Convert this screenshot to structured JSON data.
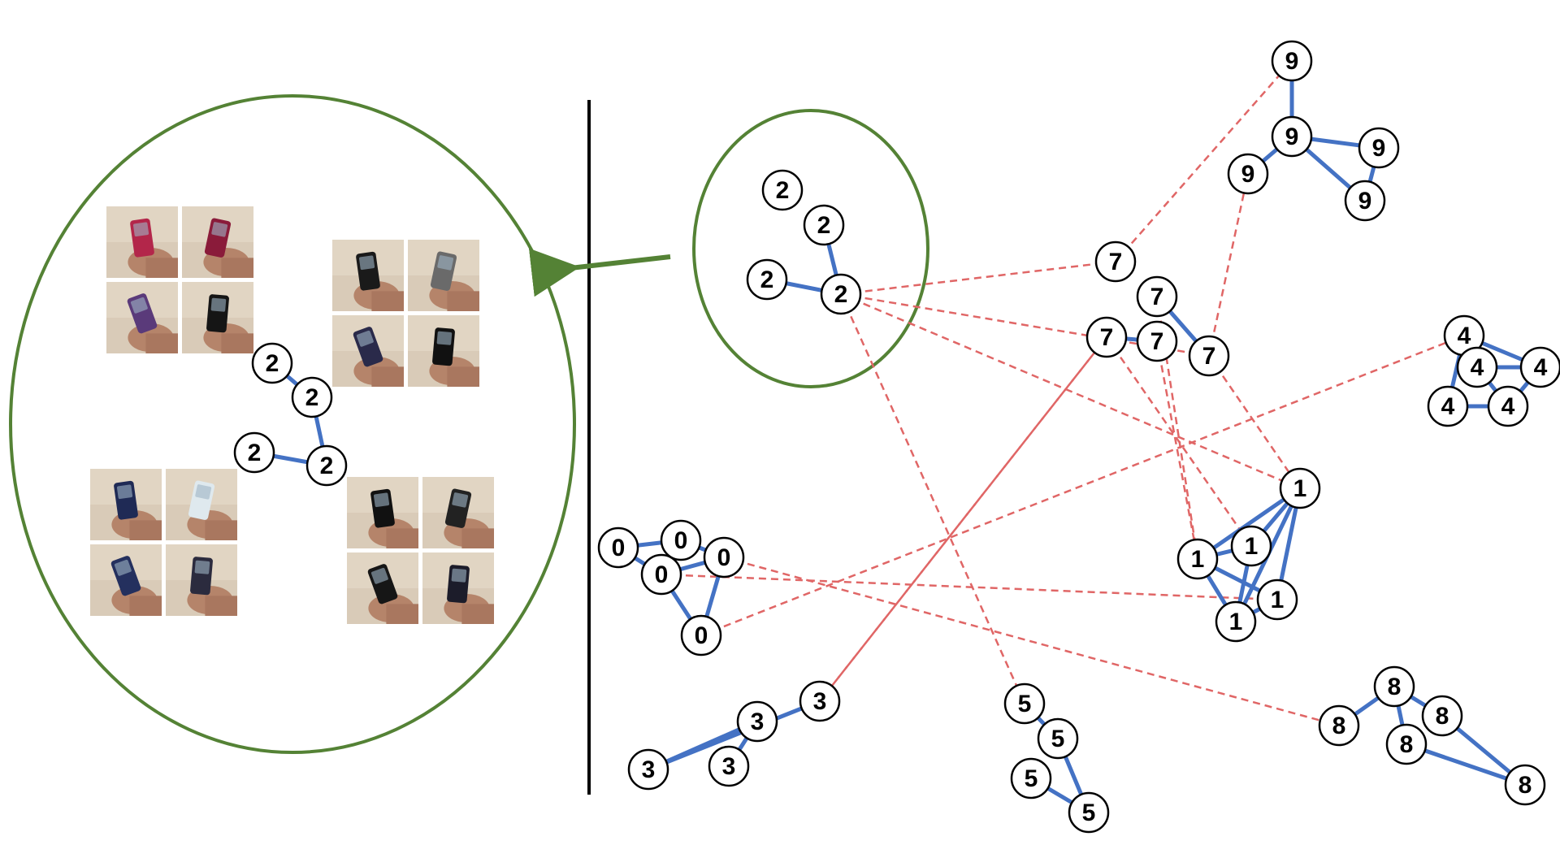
{
  "colors": {
    "solid_edge": "#4472c4",
    "dashed_edge": "#e06666",
    "node_stroke": "#000000",
    "node_fill": "#ffffff",
    "highlight": "#548235",
    "divider": "#000000"
  },
  "right_panel": {
    "nodes": [
      {
        "id": "n9a",
        "label": "9"
      },
      {
        "id": "n9b",
        "label": "9"
      },
      {
        "id": "n9c",
        "label": "9"
      },
      {
        "id": "n9d",
        "label": "9"
      },
      {
        "id": "n9e",
        "label": "9"
      },
      {
        "id": "n2a",
        "label": "2"
      },
      {
        "id": "n2b",
        "label": "2"
      },
      {
        "id": "n2c",
        "label": "2"
      },
      {
        "id": "n2d",
        "label": "2"
      },
      {
        "id": "n7a",
        "label": "7"
      },
      {
        "id": "n7b",
        "label": "7"
      },
      {
        "id": "n7c",
        "label": "7"
      },
      {
        "id": "n7d",
        "label": "7"
      },
      {
        "id": "n7e",
        "label": "7"
      },
      {
        "id": "n4a",
        "label": "4"
      },
      {
        "id": "n4b",
        "label": "4"
      },
      {
        "id": "n4c",
        "label": "4"
      },
      {
        "id": "n4d",
        "label": "4"
      },
      {
        "id": "n4e",
        "label": "4"
      },
      {
        "id": "n1a",
        "label": "1"
      },
      {
        "id": "n1b",
        "label": "1"
      },
      {
        "id": "n1c",
        "label": "1"
      },
      {
        "id": "n1d",
        "label": "1"
      },
      {
        "id": "n1e",
        "label": "1"
      },
      {
        "id": "n0a",
        "label": "0"
      },
      {
        "id": "n0b",
        "label": "0"
      },
      {
        "id": "n0c",
        "label": "0"
      },
      {
        "id": "n0d",
        "label": "0"
      },
      {
        "id": "n0e",
        "label": "0"
      },
      {
        "id": "n3a",
        "label": "3"
      },
      {
        "id": "n3b",
        "label": "3"
      },
      {
        "id": "n3c",
        "label": "3"
      },
      {
        "id": "n3d",
        "label": "3"
      },
      {
        "id": "n5a",
        "label": "5"
      },
      {
        "id": "n5b",
        "label": "5"
      },
      {
        "id": "n5c",
        "label": "5"
      },
      {
        "id": "n5d",
        "label": "5"
      },
      {
        "id": "n8a",
        "label": "8"
      },
      {
        "id": "n8b",
        "label": "8"
      },
      {
        "id": "n8c",
        "label": "8"
      },
      {
        "id": "n8d",
        "label": "8"
      },
      {
        "id": "n8e",
        "label": "8"
      }
    ],
    "solid_edges": [
      [
        "n9a",
        "n9b"
      ],
      [
        "n9b",
        "n9c"
      ],
      [
        "n9b",
        "n9d"
      ],
      [
        "n9b",
        "n9e"
      ],
      [
        "n9d",
        "n9e"
      ],
      [
        "n2b",
        "n2d"
      ],
      [
        "n2c",
        "n2d"
      ],
      [
        "n7b",
        "n7e"
      ],
      [
        "n7c",
        "n7d"
      ],
      [
        "n4a",
        "n4b"
      ],
      [
        "n4a",
        "n4c"
      ],
      [
        "n4b",
        "n4c"
      ],
      [
        "n4b",
        "n4e"
      ],
      [
        "n4c",
        "n4e"
      ],
      [
        "n4a",
        "n4d"
      ],
      [
        "n4d",
        "n4e"
      ],
      [
        "n1a",
        "n1b"
      ],
      [
        "n1a",
        "n1c"
      ],
      [
        "n1a",
        "n1d"
      ],
      [
        "n1a",
        "n1e"
      ],
      [
        "n1b",
        "n1c"
      ],
      [
        "n1b",
        "n1e"
      ],
      [
        "n1c",
        "n1d"
      ],
      [
        "n1c",
        "n1e"
      ],
      [
        "n1d",
        "n1e"
      ],
      [
        "n0a",
        "n0b"
      ],
      [
        "n0a",
        "n0d"
      ],
      [
        "n0b",
        "n0c"
      ],
      [
        "n0c",
        "n0d"
      ],
      [
        "n0c",
        "n0e"
      ],
      [
        "n0d",
        "n0e"
      ],
      [
        "n3a",
        "n3c"
      ],
      [
        "n3c",
        "n3b"
      ],
      [
        "n3b",
        "n3d"
      ],
      [
        "n5a",
        "n5b"
      ],
      [
        "n5b",
        "n5d"
      ],
      [
        "n5c",
        "n5d"
      ],
      [
        "n8a",
        "n8b"
      ],
      [
        "n8a",
        "n8c"
      ],
      [
        "n8a",
        "n8d"
      ],
      [
        "n8c",
        "n8e"
      ],
      [
        "n8d",
        "n8e"
      ]
    ],
    "dashed_edges": [
      [
        "n2d",
        "n7a"
      ],
      [
        "n2d",
        "n7e"
      ],
      [
        "n2d",
        "n1a"
      ],
      [
        "n2d",
        "n5a"
      ],
      [
        "n7a",
        "n9a"
      ],
      [
        "n7e",
        "n9c"
      ],
      [
        "n7e",
        "n1a"
      ],
      [
        "n7c",
        "n1b"
      ],
      [
        "n7d",
        "n1c"
      ],
      [
        "n7b",
        "n1c"
      ],
      [
        "n7c",
        "n3a"
      ],
      [
        "n0e",
        "n4a"
      ],
      [
        "n0d",
        "n1d"
      ],
      [
        "n0c",
        "n8b"
      ],
      [
        "n3a",
        "n7c"
      ]
    ]
  },
  "left_panel": {
    "nodes": [
      {
        "id": "l2a",
        "label": "2"
      },
      {
        "id": "l2b",
        "label": "2"
      },
      {
        "id": "l2c",
        "label": "2"
      },
      {
        "id": "l2d",
        "label": "2"
      }
    ],
    "edges": [
      [
        "l2a",
        "l2b"
      ],
      [
        "l2b",
        "l2d"
      ],
      [
        "l2c",
        "l2d"
      ]
    ],
    "photo_groups": [
      {
        "name": "top-left-phones",
        "tiles": [
          "red-phone-front",
          "red-phone-side",
          "purple-phone-side",
          "black-phone-back"
        ]
      },
      {
        "name": "top-right-phones",
        "tiles": [
          "black-slider-front",
          "gray-keypad-phone",
          "black-phone-side",
          "black-phone-back-2"
        ]
      },
      {
        "name": "bottom-left-phones",
        "tiles": [
          "navy-phone-front",
          "white-screen-phone",
          "navy-phone-back",
          "navy-phone-side"
        ]
      },
      {
        "name": "bottom-right-phones",
        "tiles": [
          "black-flip-open",
          "black-phone-tilt",
          "black-flip-side",
          "black-phone-thin"
        ]
      }
    ]
  }
}
